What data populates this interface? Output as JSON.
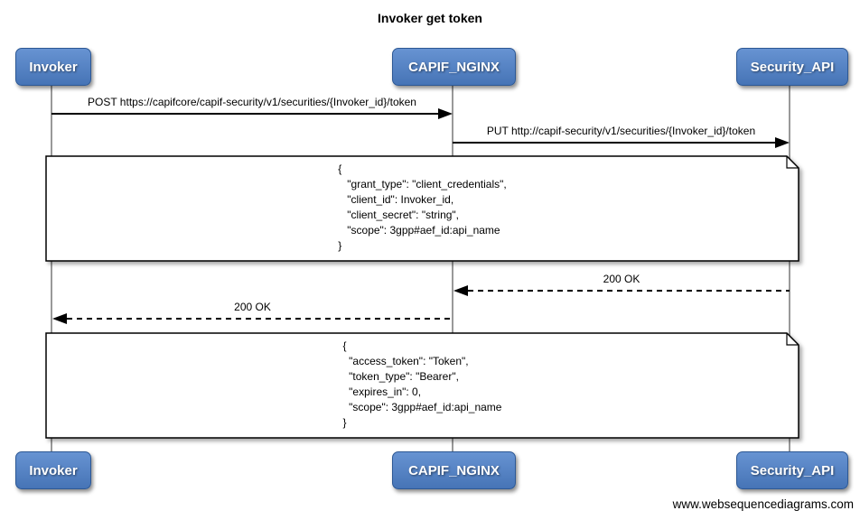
{
  "title": "Invoker get token",
  "actors": [
    {
      "name": "Invoker"
    },
    {
      "name": "CAPIF_NGINX"
    },
    {
      "name": "Security_API"
    }
  ],
  "messages": [
    {
      "from": "Invoker",
      "to": "CAPIF_NGINX",
      "style": "solid",
      "label": "POST https://capifcore/capif-security/v1/securities/{Invoker_id}/token"
    },
    {
      "from": "CAPIF_NGINX",
      "to": "Security_API",
      "style": "solid",
      "label": "PUT http://capif-security/v1/securities/{Invoker_id}/token"
    },
    {
      "from": "Security_API",
      "to": "CAPIF_NGINX",
      "style": "dashed",
      "label": "200 OK"
    },
    {
      "from": "CAPIF_NGINX",
      "to": "Invoker",
      "style": "dashed",
      "label": "200 OK"
    }
  ],
  "notes": [
    {
      "lines": [
        "{",
        "   \"grant_type\": \"client_credentials\",",
        "   \"client_id\": Invoker_id,",
        "   \"client_secret\": \"string\",",
        "   \"scope\": 3gpp#aef_id:api_name",
        "}"
      ]
    },
    {
      "lines": [
        "{",
        "  \"access_token\": \"Token\",",
        "  \"token_type\": \"Bearer\",",
        "  \"expires_in\": 0,",
        "  \"scope\": 3gpp#aef_id:api_name",
        "}"
      ]
    }
  ],
  "footer": "www.websequencediagrams.com",
  "colors": {
    "actor_fill_top": "#6793d2",
    "actor_fill_bottom": "#4674b6",
    "actor_border": "#2d5894",
    "lifeline": "#999999",
    "line": "#000000",
    "note_bg": "#ffffff"
  }
}
